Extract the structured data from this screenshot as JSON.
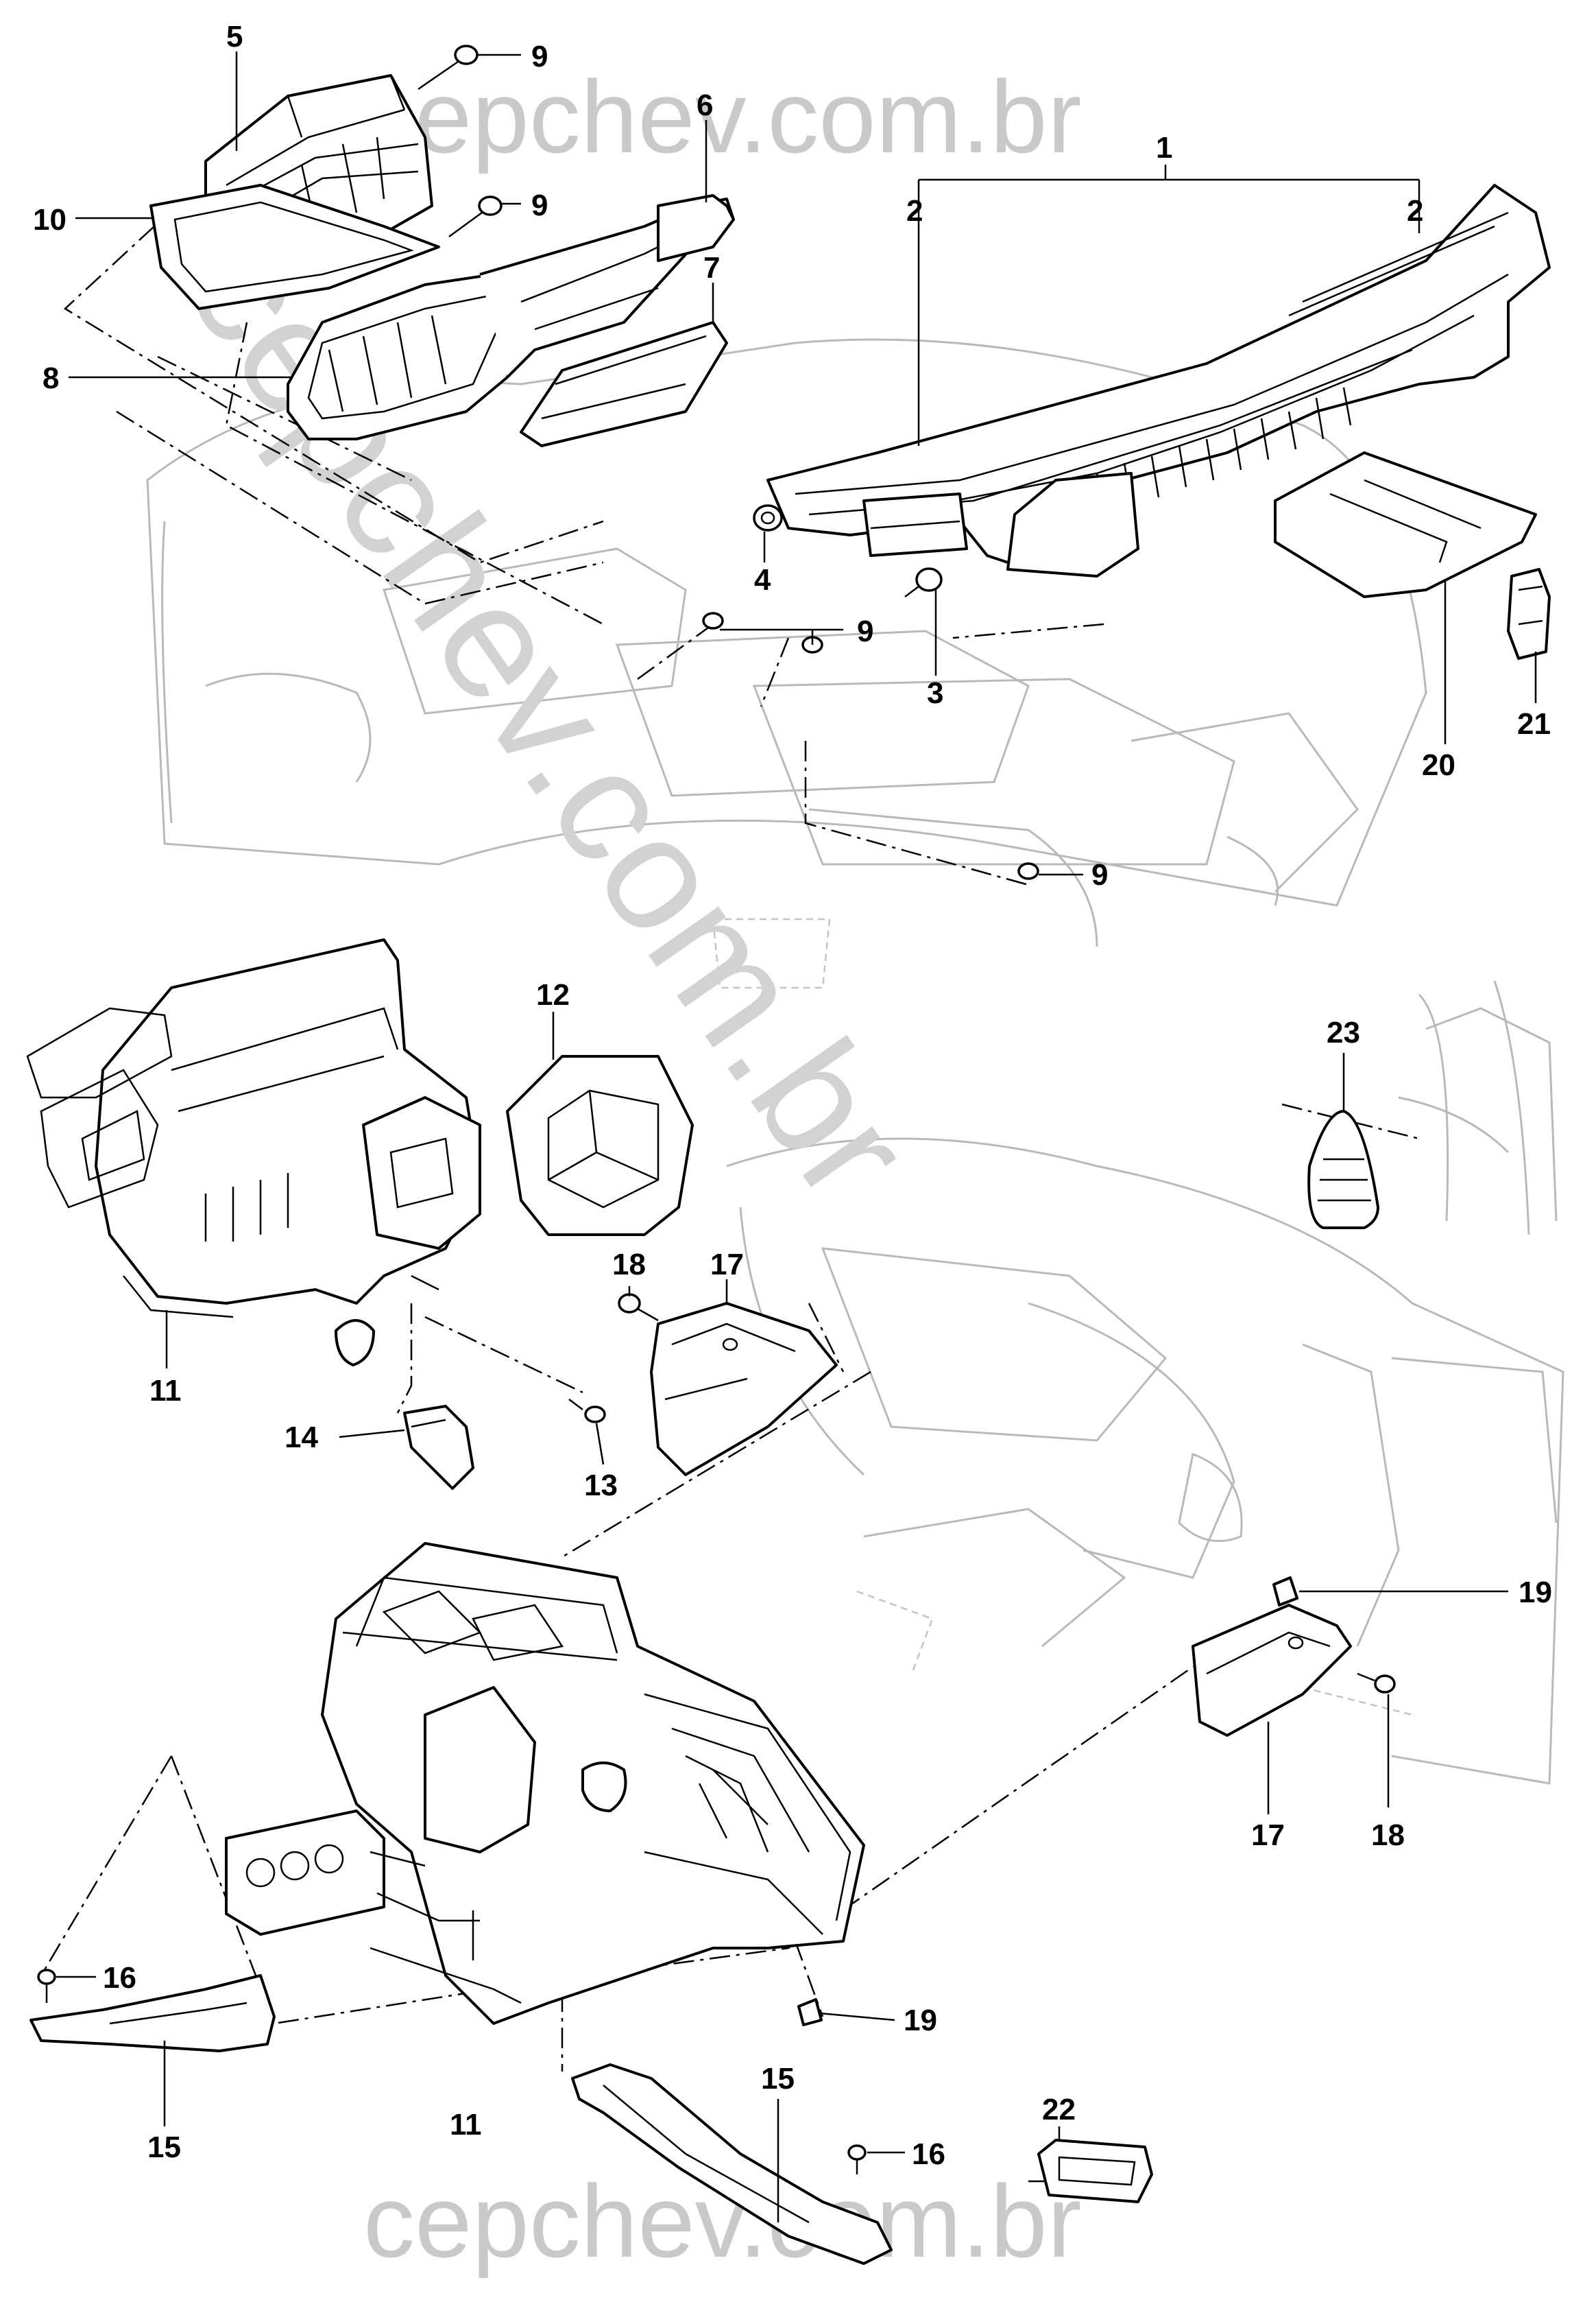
{
  "watermark": {
    "top": "cepchev.com.br",
    "diagonal": "cepchev.com.br",
    "bottom": "cepchev.com.br"
  },
  "callouts": {
    "c1": "1",
    "c2a": "2",
    "c2b": "2",
    "c3": "3",
    "c4": "4",
    "c5": "5",
    "c6": "6",
    "c7": "7",
    "c8": "8",
    "c9a": "9",
    "c9b": "9",
    "c9c": "9",
    "c9d": "9",
    "c10": "10",
    "c11a": "11",
    "c11b": "11",
    "c12": "12",
    "c13": "13",
    "c14": "14",
    "c15a": "15",
    "c15b": "15",
    "c16a": "16",
    "c16b": "16",
    "c17a": "17",
    "c17b": "17",
    "c18a": "18",
    "c18b": "18",
    "c19a": "19",
    "c19b": "19",
    "c20": "20",
    "c21": "21",
    "c22": "22",
    "c23": "23"
  }
}
